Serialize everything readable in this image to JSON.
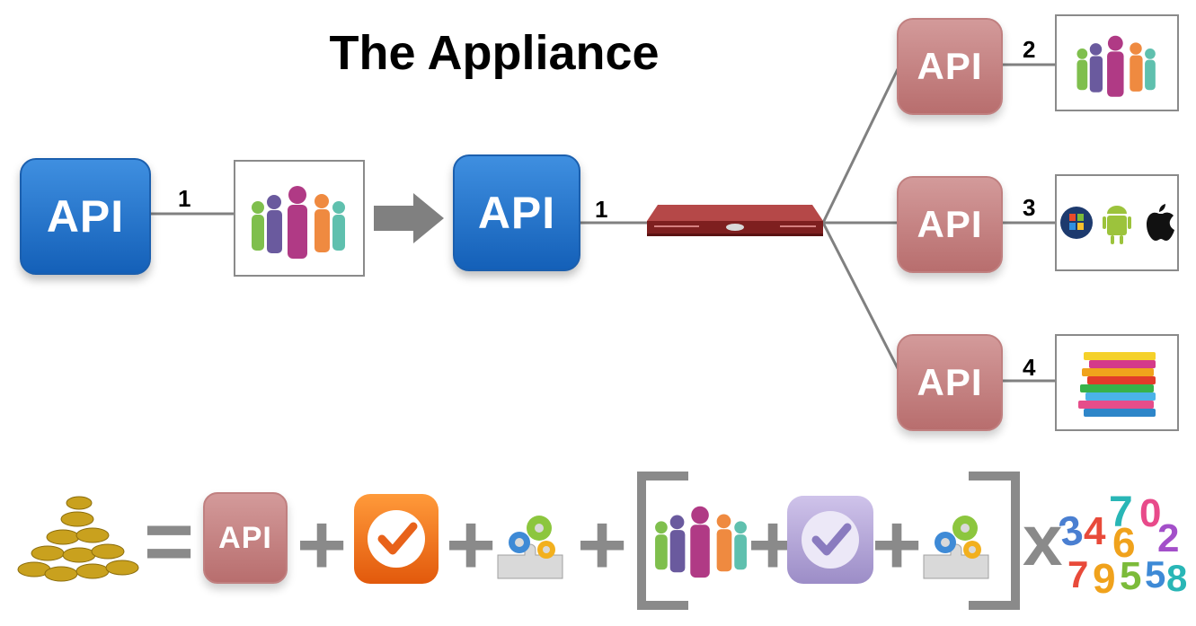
{
  "title": "The Appliance",
  "api_label": "API",
  "numbers": {
    "n1a": "1",
    "n1b": "1",
    "n2": "2",
    "n3": "3",
    "n4": "4"
  },
  "operators": {
    "equals": "=",
    "plus": "+",
    "times": "x"
  },
  "colors": {
    "blue_api": "#1e6fcc",
    "pink_api": "#c27d7d",
    "connector": "#808080",
    "appliance": "#9b2d2d"
  },
  "icons": {
    "people": "people-group-icon",
    "arrow": "right-arrow-icon",
    "appliance": "server-appliance-icon",
    "windows": "windows-icon",
    "android": "android-icon",
    "apple": "apple-icon",
    "books": "books-stack-icon",
    "coins": "gold-coins-icon",
    "orange_check": "orange-checkmark-icon",
    "purple_check": "purple-checkmark-icon",
    "gears": "gears-puzzle-icon",
    "numbers": "numbers-icon"
  },
  "numbers_art": "34607 9 5 2 8"
}
